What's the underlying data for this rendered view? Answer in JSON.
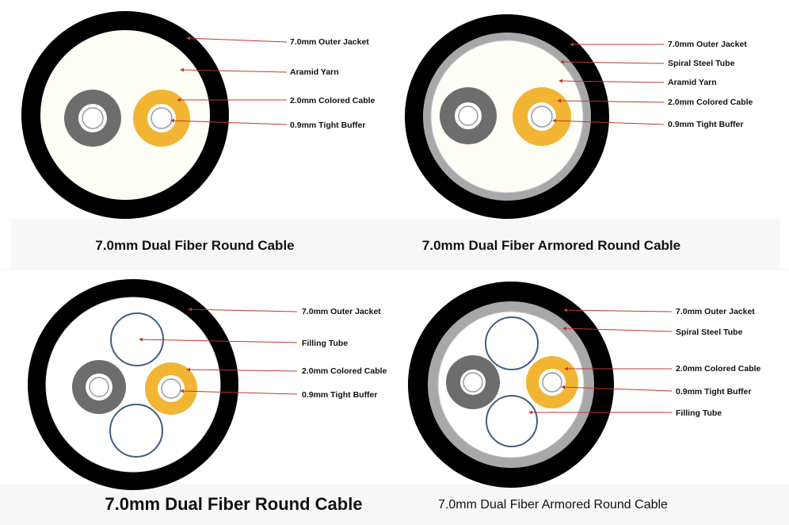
{
  "diagrams": [
    {
      "caption": "7.0mm Dual Fiber Round Cable",
      "labels": [
        "7.0mm Outer Jacket",
        "Aramid Yarn",
        "2.0mm Colored Cable",
        "0.9mm Tight Buffer"
      ]
    },
    {
      "caption": "7.0mm Dual Fiber Armored Round Cable",
      "labels": [
        "7.0mm Outer Jacket",
        "Spiral Steel Tube",
        "Aramid Yarn",
        "2.0mm Colored Cable",
        "0.9mm Tight Buffer"
      ]
    },
    {
      "caption": "7.0mm Dual Fiber Round Cable",
      "labels": [
        "7.0mm Outer Jacket",
        "Filling Tube",
        "2.0mm Colored Cable",
        "0.9mm Tight Buffer"
      ]
    },
    {
      "caption": "7.0mm Dual Fiber Armored Round Cable",
      "labels": [
        "7.0mm Outer Jacket",
        "Spiral Steel Tube",
        "2.0mm Colored Cable",
        "0.9mm Tight Buffer",
        "Filling Tube"
      ]
    }
  ],
  "colors": {
    "jacket": "#000000",
    "steel": "#a8a8a8",
    "yarn": "#fefdf6",
    "colored_cable": "#f2b533",
    "gray_cable": "#6d6d6d",
    "buffer": "#ffffff",
    "filling_tube": "#3e5f7f",
    "leader": "#c0392b"
  }
}
